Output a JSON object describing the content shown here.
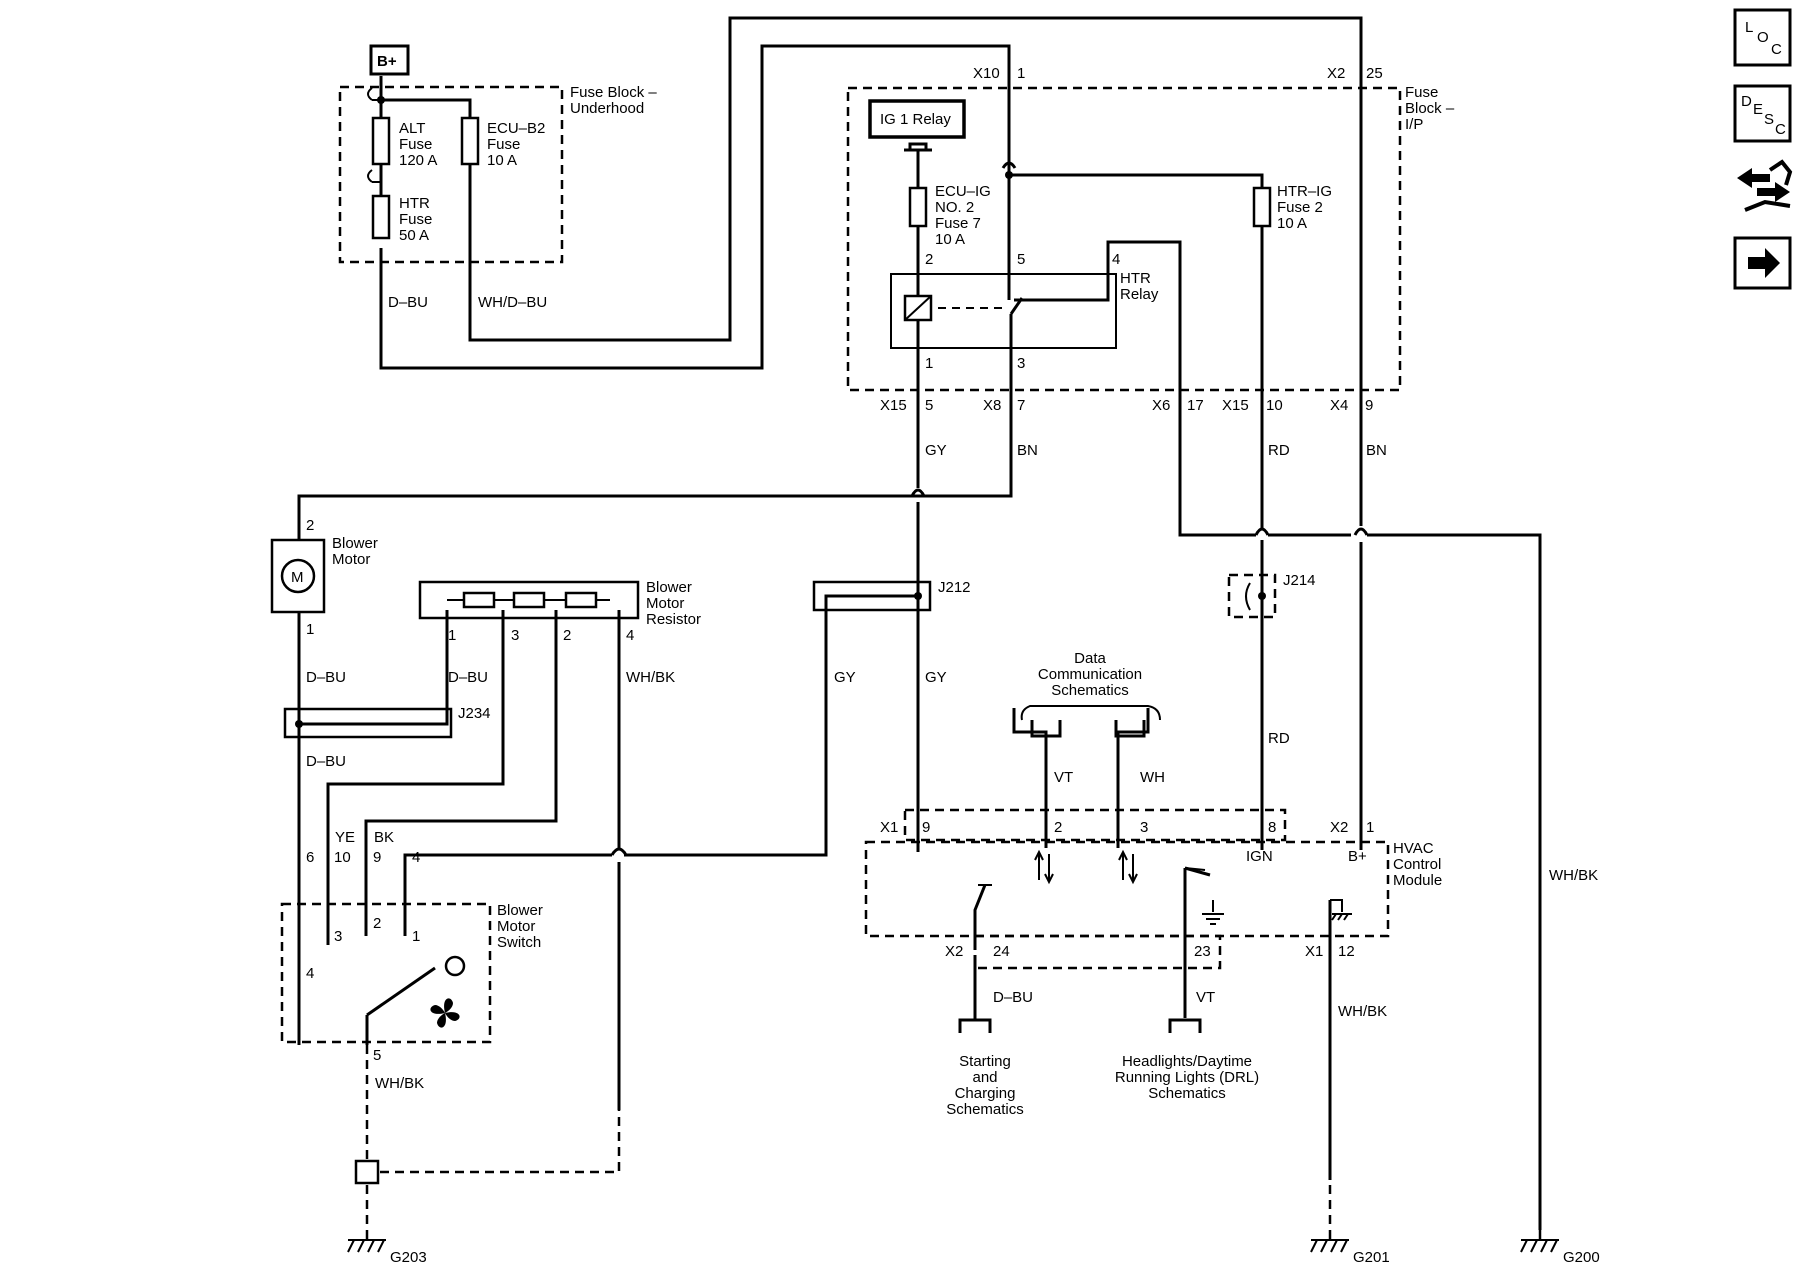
{
  "fuse_block_underhood": {
    "title_1": "Fuse Block –",
    "title_2": "Underhood"
  },
  "battery_label": "B+",
  "fuses_underhood": {
    "alt": [
      "ALT",
      "Fuse",
      "120 A"
    ],
    "ecu_b2": [
      "ECU–B2",
      "Fuse",
      "10 A"
    ],
    "htr": [
      "HTR",
      "Fuse",
      "50 A"
    ]
  },
  "fuse_block_ip": {
    "title_1": "Fuse",
    "title_2": "Block –",
    "title_3": "I/P"
  },
  "ig1_relay_label": "IG 1 Relay",
  "fuses_ip": {
    "ecu_ig": [
      "ECU–IG",
      "NO. 2",
      "Fuse 7",
      "10 A"
    ],
    "htr_ig": [
      "HTR–IG",
      "Fuse 2",
      "10 A"
    ]
  },
  "htr_relay": {
    "label_1": "HTR",
    "label_2": "Relay",
    "pins": [
      "2",
      "5",
      "4",
      "1",
      "3"
    ]
  },
  "connectors": {
    "x10": "X10",
    "x10_pin": "1",
    "x2_top": "X2",
    "x2_top_pin": "25",
    "x15_a": "X15",
    "x15_a_pin": "5",
    "x8": "X8",
    "x8_pin": "7",
    "x6": "X6",
    "x6_pin": "17",
    "x15_b": "X15",
    "x15_b_pin": "10",
    "x4": "X4",
    "x4_pin": "9"
  },
  "wire_colors": {
    "d_bu_1": "D–BU",
    "wh_d_bu": "WH/D–BU",
    "gy_1": "GY",
    "bn_1": "BN",
    "rd_1": "RD",
    "bn_2": "BN",
    "d_bu_2": "D–BU",
    "d_bu_3": "D–BU",
    "wh_bk_1": "WH/BK",
    "gy_2": "GY",
    "gy_3": "GY",
    "d_bu_4": "D–BU",
    "rd_2": "RD",
    "vt_1": "VT",
    "wh": "WH",
    "ye": "YE",
    "bk": "BK",
    "wh_bk_2": "WH/BK",
    "wh_bk_3": "WH/BK",
    "d_bu_5": "D–BU",
    "vt_2": "VT",
    "wh_bk_4": "WH/BK"
  },
  "blower_motor": {
    "label_1": "Blower",
    "label_2": "Motor",
    "symbol": "M",
    "pin_top": "2",
    "pin_bottom": "1"
  },
  "blower_motor_resistor": {
    "label_1": "Blower",
    "label_2": "Motor",
    "label_3": "Resistor",
    "pins": [
      "1",
      "3",
      "2",
      "4"
    ]
  },
  "splices": {
    "j212": "J212",
    "j214": "J214",
    "j234": "J234"
  },
  "data_communication": {
    "line_1": "Data",
    "line_2": "Communication",
    "line_3": "Schematics"
  },
  "blower_motor_switch": {
    "label_1": "Blower",
    "label_2": "Motor",
    "label_3": "Switch",
    "harness_pins": [
      "6",
      "10",
      "9",
      "4"
    ],
    "internal_pins": [
      "4",
      "3",
      "2",
      "1"
    ],
    "ground_pin": "5"
  },
  "hvac_module": {
    "label_1": "HVAC",
    "label_2": "Control",
    "label_3": "Module",
    "x1_top": "X1",
    "x1_top_pin": "9",
    "pin_2": "2",
    "pin_3": "3",
    "pin_8": "8",
    "x2_top": "X2",
    "x2_top_pin": "1",
    "ign": "IGN",
    "b_plus": "B+",
    "x2_bottom": "X2",
    "x2_bottom_pin": "24",
    "pin_23": "23",
    "x1_bottom": "X1",
    "x1_bottom_pin": "12"
  },
  "starting_charging": {
    "line_1": "Starting",
    "line_2": "and",
    "line_3": "Charging",
    "line_4": "Schematics"
  },
  "headlights_drl": {
    "line_1": "Headlights/Daytime",
    "line_2": "Running Lights (DRL)",
    "line_3": "Schematics"
  },
  "grounds": {
    "g203": "G203",
    "g201": "G201",
    "g200": "G200"
  },
  "nav_icons": {
    "loc": [
      "L",
      "O",
      "C"
    ],
    "desc": [
      "D",
      "E",
      "S",
      "C"
    ],
    "repair": "wrench-arrows-icon",
    "next": "arrow-right-icon"
  }
}
